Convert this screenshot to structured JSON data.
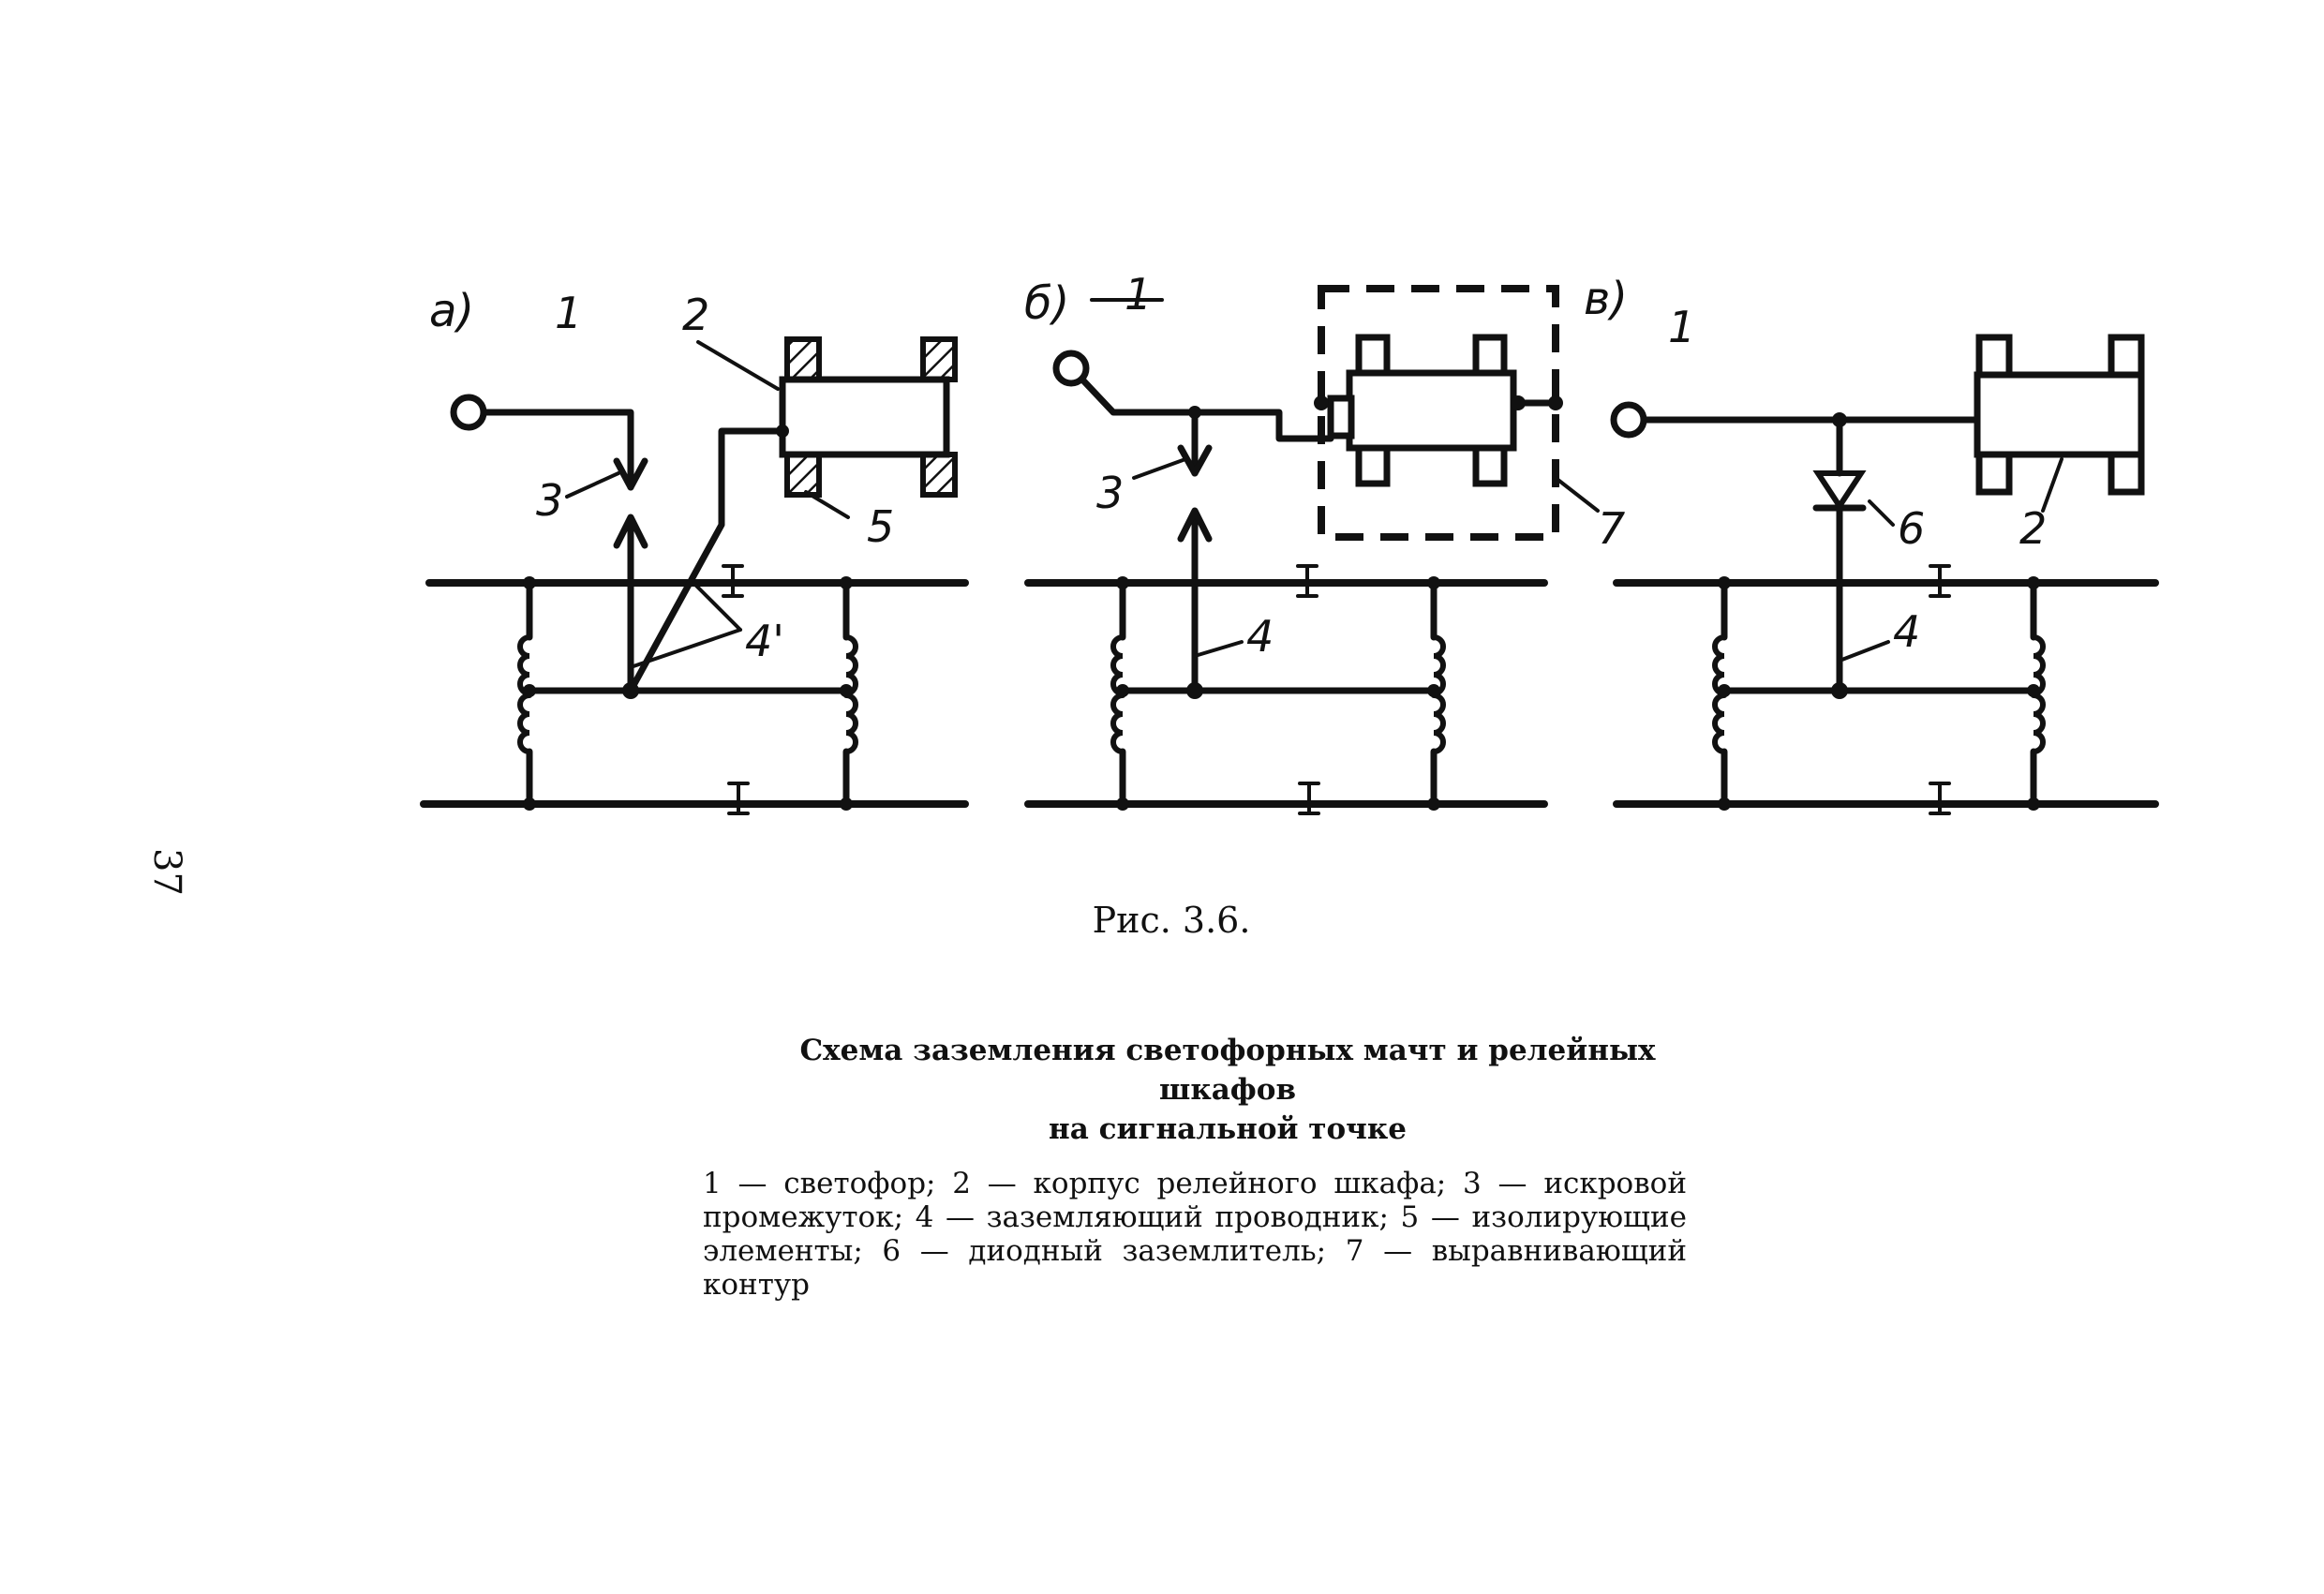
{
  "page_number": "37",
  "panels": {
    "a": {
      "label": "а)",
      "callouts": [
        "1",
        "2",
        "3",
        "4'",
        "5"
      ]
    },
    "b": {
      "label": "б)",
      "callouts": [
        "1",
        "3",
        "4",
        "7"
      ]
    },
    "c": {
      "label": "в)",
      "callouts": [
        "1",
        "6",
        "2",
        "4"
      ]
    }
  },
  "figure_caption": "Рис. 3.6.",
  "figure_title_line1": "Схема заземления светофорных мачт и релейных шкафов",
  "figure_title_line2": "на сигнальной точке",
  "legend": "1 — светофор; 2 — корпус релейного шкафа; 3 — искровой промежуток; 4 — заземляющий проводник; 5 — изолирующие элементы; 6 — диодный заземлитель; 7 — выравнивающий контур",
  "colors": {
    "ink": "#111111",
    "paper": "#ffffff"
  }
}
